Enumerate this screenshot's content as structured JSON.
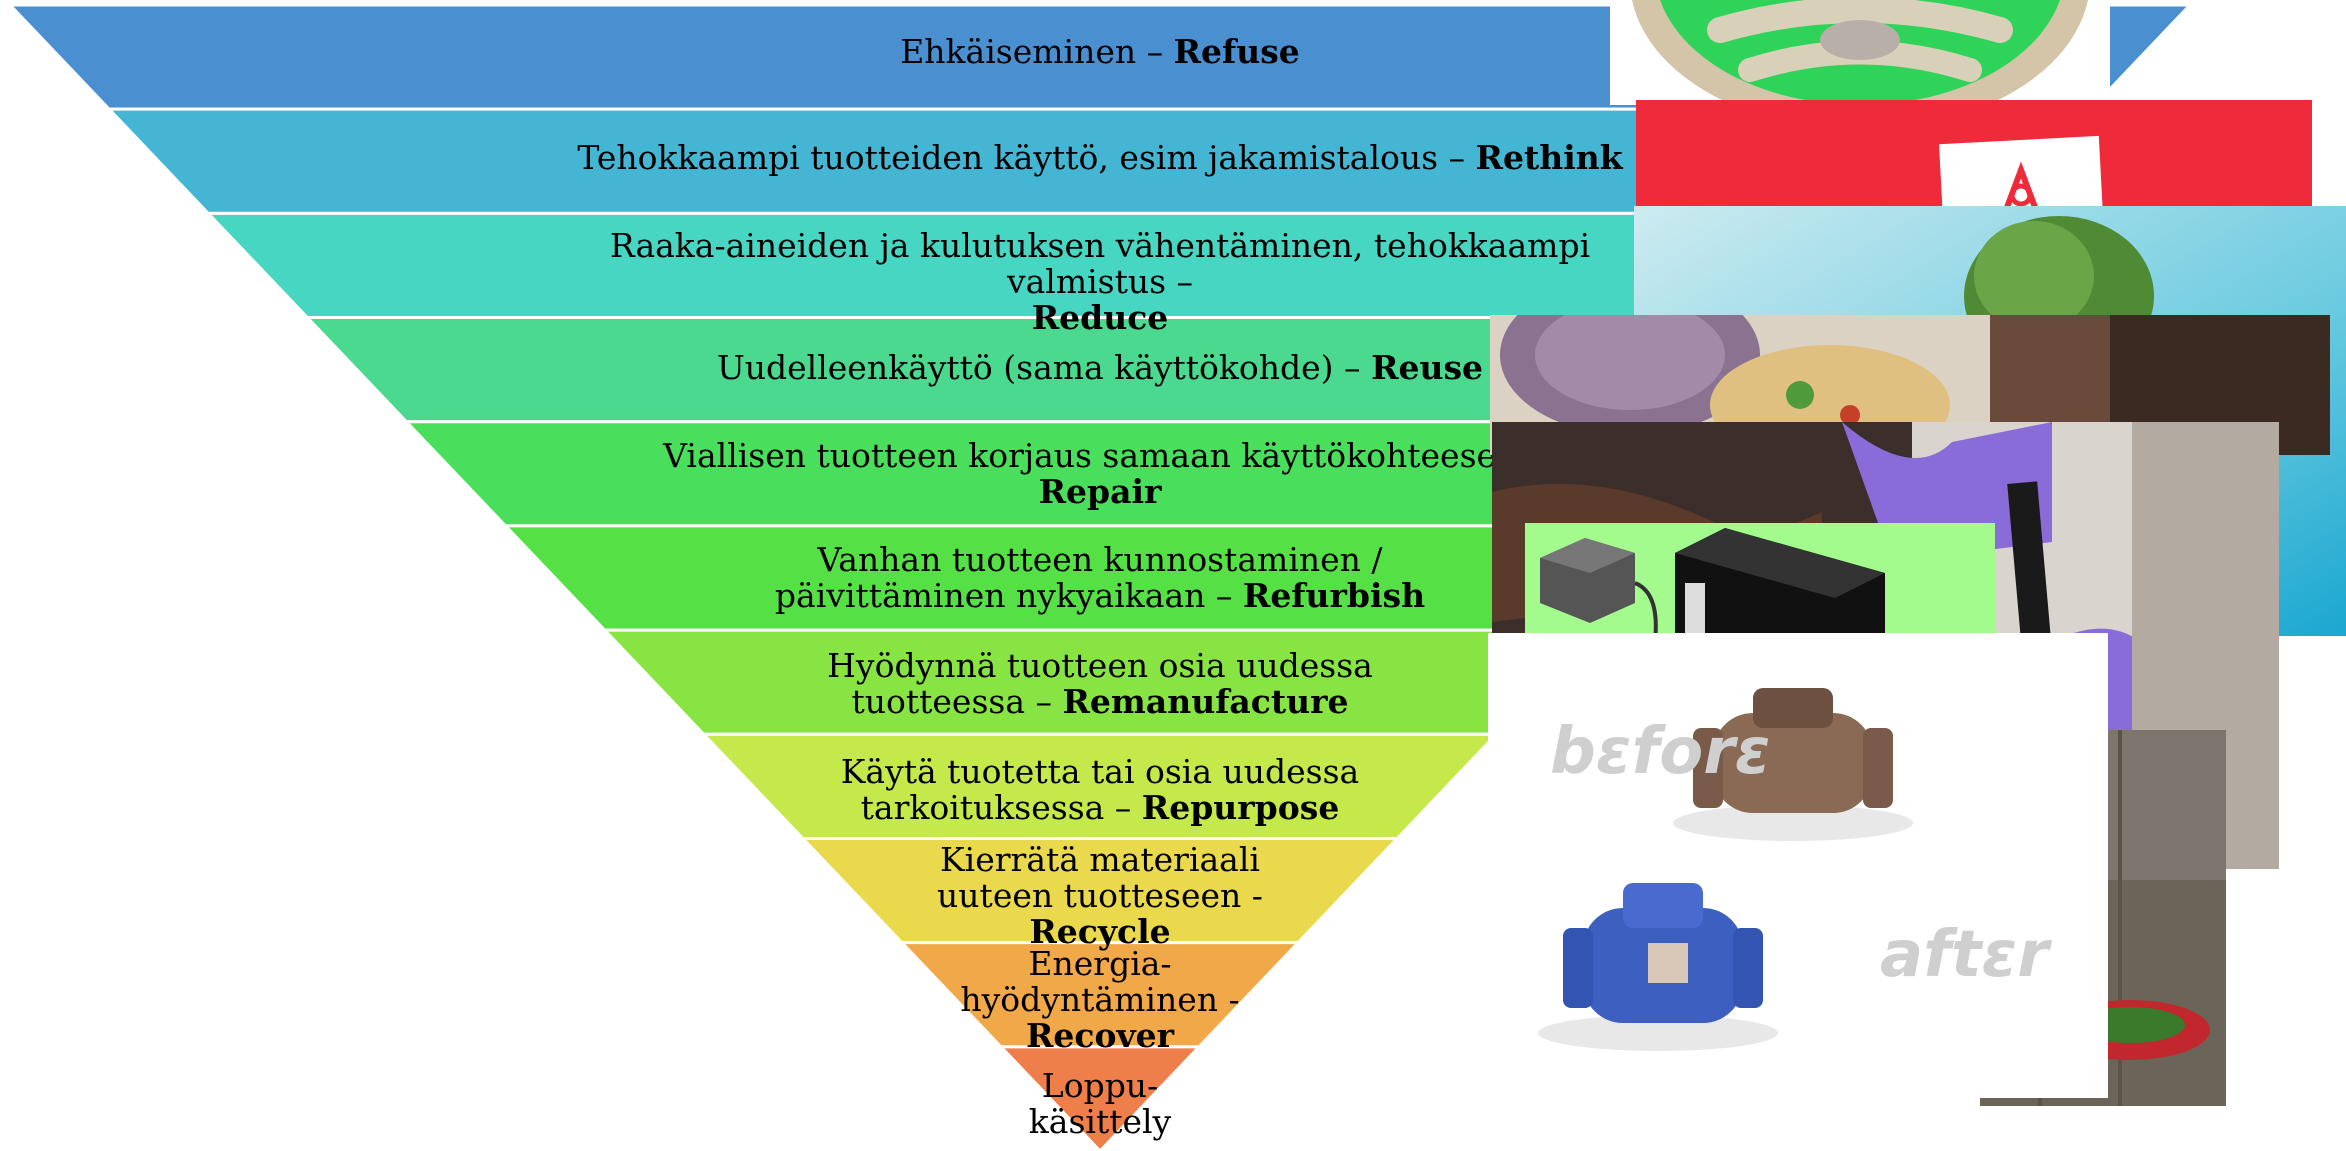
{
  "levels": [
    {
      "text": "Ehkäiseminen –",
      "bold": "Refuse",
      "color": "#4a8fd0"
    },
    {
      "text": "Tehokkaampi tuotteiden käyttö, esim jakamistalous –",
      "bold": "Rethink",
      "color": "#44b6d4"
    },
    {
      "text": "Raaka-aineiden ja kulutuksen vähentäminen, tehokkaampi valmistus –",
      "bold": "Reduce",
      "color": "#47d6c2"
    },
    {
      "text": "Uudelleenkäyttö (sama käyttökohde) –",
      "bold": "Reuse",
      "color": "#4ad98e"
    },
    {
      "text": "Viallisen tuotteen korjaus samaan käyttökohteeseen",
      "bold": "Repair",
      "color": "#49de5b"
    },
    {
      "text": "Vanhan tuotteen kunnostaminen / päivittäminen nykyaikaan –",
      "bold": "Refurbish",
      "color": "#55e046"
    },
    {
      "text": "Hyödynnä tuotteen osia uudessa tuotteessa –",
      "bold": "Remanufacture",
      "color": "#88e443"
    },
    {
      "text": "Käytä tuotetta tai osia uudessa tarkoituksessa –",
      "bold": "Repurpose",
      "color": "#c5e84b"
    },
    {
      "text": "Kierrätä materiaali uuteen tuotteseen -",
      "bold": "Recycle",
      "color": "#ead94c"
    },
    {
      "text": "Energia-hyödyntäminen -",
      "bold": "Recover",
      "color": "#f0a848"
    },
    {
      "text": "Loppu-käsittely",
      "bold": "",
      "color": "#ee7e4a"
    }
  ],
  "photos": [
    {
      "name": "spotify-logo-photo"
    },
    {
      "name": "airbnb-sign-photo"
    },
    {
      "name": "tree-photo"
    },
    {
      "name": "pizza-tray-photo"
    },
    {
      "name": "gloved-hands-repair-photo"
    },
    {
      "name": "garden-tyre-planter-photo"
    },
    {
      "name": "computer-case-diagram"
    },
    {
      "name": "before-after-valve-photo",
      "before_label": "bεforε",
      "after_label": "aftεr"
    }
  ]
}
